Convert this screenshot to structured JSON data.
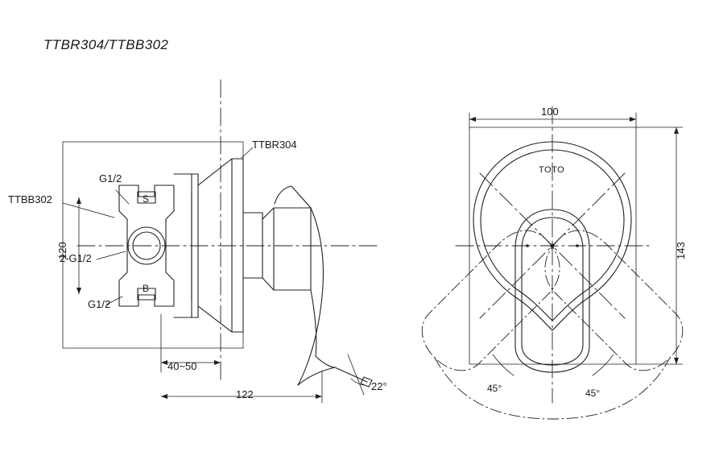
{
  "page": {
    "title": "TTBR304/TTBB302",
    "background": "#ffffff",
    "line_color": "#231f20"
  },
  "left_view": {
    "labels": {
      "ttbr304": "TTBR304",
      "ttbb302": "TTBB302",
      "g12_top": "G1/2",
      "g12_bottom": "G1/2",
      "two_g12": "2-G1/2",
      "hot_mark": "S",
      "cold_mark": "B",
      "dim_vertical": "120",
      "dim_wall": "40~50",
      "dim_projection": "122",
      "angle": "22°"
    }
  },
  "right_view": {
    "labels": {
      "dim_width": "100",
      "dim_height": "143",
      "brand": "TOTO",
      "angle_left": "45°",
      "angle_right": "45°"
    }
  }
}
